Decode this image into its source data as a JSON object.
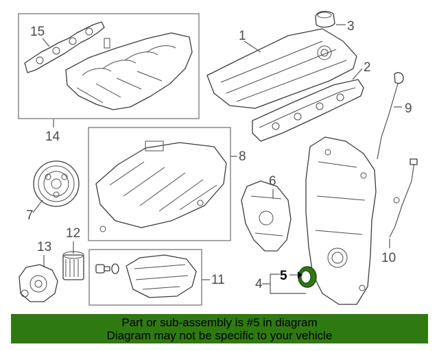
{
  "callouts": {
    "c1": "1",
    "c2": "2",
    "c3": "3",
    "c4": "4",
    "c5": "5",
    "c6": "6",
    "c7": "7",
    "c8": "8",
    "c9": "9",
    "c10": "10",
    "c11": "11",
    "c12": "12",
    "c13": "13",
    "c14": "14",
    "c15": "15"
  },
  "highlight": {
    "part_number": "5",
    "color": "#2f7a10"
  },
  "banner": {
    "line1": "Part or sub-assembly is #5 in diagram",
    "line2": "Diagram may not be specific to your vehicle",
    "background": "#2f7a10"
  }
}
